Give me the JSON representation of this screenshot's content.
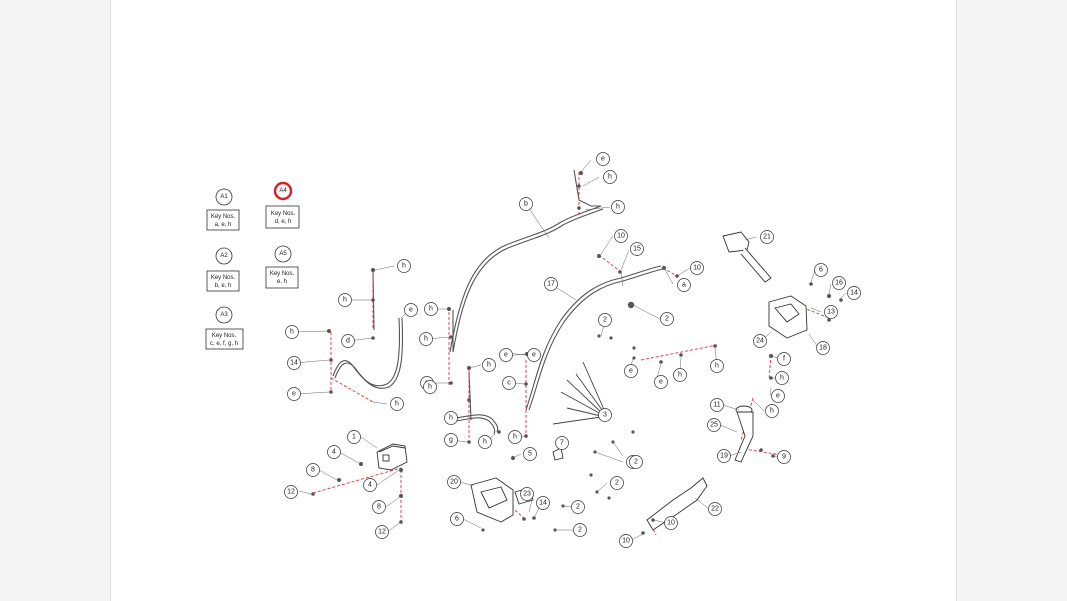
{
  "colors": {
    "line": "#333333",
    "highlight": "#d81f26",
    "dash": "#e03030",
    "paper": "#ffffff"
  },
  "variants": [
    {
      "id": "A1",
      "label": "A1",
      "key_line1": "Key Nos.",
      "key_line2": "a, e, h",
      "highlighted": false
    },
    {
      "id": "A4",
      "label": "A4",
      "key_line1": "Key Nos.",
      "key_line2": "d, e, h",
      "highlighted": true
    },
    {
      "id": "A2",
      "label": "A2",
      "key_line1": "Key Nos.",
      "key_line2": "b, e, h",
      "highlighted": false
    },
    {
      "id": "A5",
      "label": "A5",
      "key_line1": "Key Nos.",
      "key_line2": "e, h",
      "highlighted": false
    },
    {
      "id": "A3",
      "label": "A3",
      "key_line1": "Key Nos.",
      "key_line2": "c, e, f, g, h",
      "highlighted": false
    }
  ],
  "callouts": [
    "e",
    "h",
    "h",
    "b",
    "10",
    "15",
    "21",
    "6",
    "16",
    "14",
    "13",
    "18",
    "24",
    "10",
    "a",
    "17",
    "2",
    "2",
    "e",
    "h",
    "h",
    "d",
    "e",
    "h",
    "h",
    "e",
    "h",
    "h",
    "14",
    "e",
    "h",
    "e",
    "c",
    "h",
    "g",
    "h",
    "e",
    "h",
    "3",
    "h",
    "5",
    "2",
    "e",
    "h",
    "h",
    "f",
    "h",
    "e",
    "h",
    "11",
    "25",
    "19",
    "9",
    "1",
    "4",
    "8",
    "12",
    "4",
    "8",
    "12",
    "20",
    "23",
    "14",
    "7",
    "2",
    "2",
    "2",
    "2",
    "6",
    "22",
    "10",
    "10"
  ]
}
